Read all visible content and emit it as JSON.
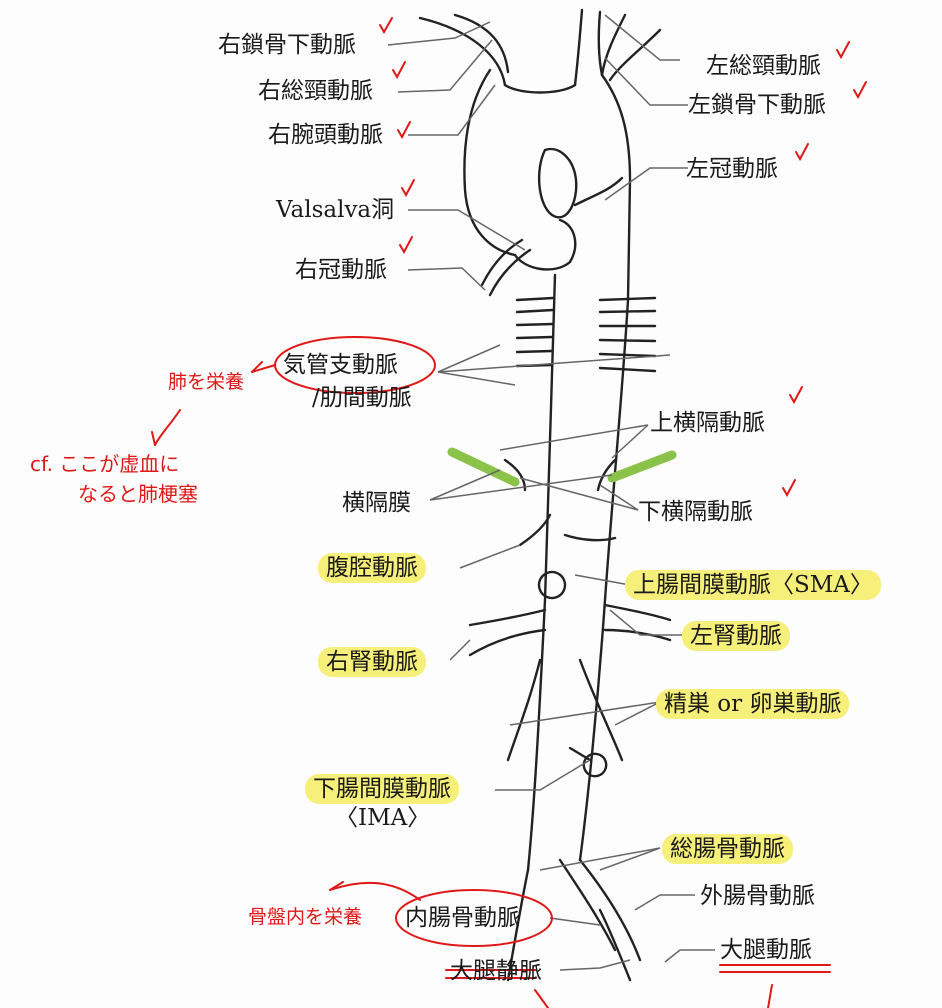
{
  "labels": {
    "r_subclavian": "右鎖骨下動脈",
    "r_common_carotid": "右総頸動脈",
    "brachiocephalic": "右腕頭動脈",
    "valsalva": "Valsalva洞",
    "r_coronary": "右冠動脈",
    "bronchial": "気管支動脈",
    "intercostal": "/肋間動脈",
    "diaphragm": "横隔膜",
    "celiac": "腹腔動脈",
    "r_renal": "右腎動脈",
    "ima": "下腸間膜動脈",
    "ima_abbr": "〈IMA〉",
    "internal_iliac": "内腸骨動脈",
    "femoral_vein": "大腿静脈",
    "l_common_carotid": "左総頸動脈",
    "l_subclavian": "左鎖骨下動脈",
    "l_coronary": "左冠動脈",
    "sup_phrenic": "上横隔動脈",
    "inf_phrenic": "下横隔動脈",
    "sma": "上腸間膜動脈〈SMA〉",
    "l_renal": "左腎動脈",
    "gonadal": "精巣 or 卵巣動脈",
    "common_iliac": "総腸骨動脈",
    "external_iliac": "外腸骨動脈",
    "femoral_artery": "大腿動脈"
  },
  "handwritten": {
    "lung_nourish": "肺を栄養",
    "note": "cf. ここが虚血に",
    "note2": "なると肺梗塞",
    "pelvis_nourish": "骨盤内を栄養"
  },
  "colors": {
    "highlight": "#f6f07a",
    "ink_red": "#e01818",
    "diaphragm_green": "#8bc34a"
  }
}
